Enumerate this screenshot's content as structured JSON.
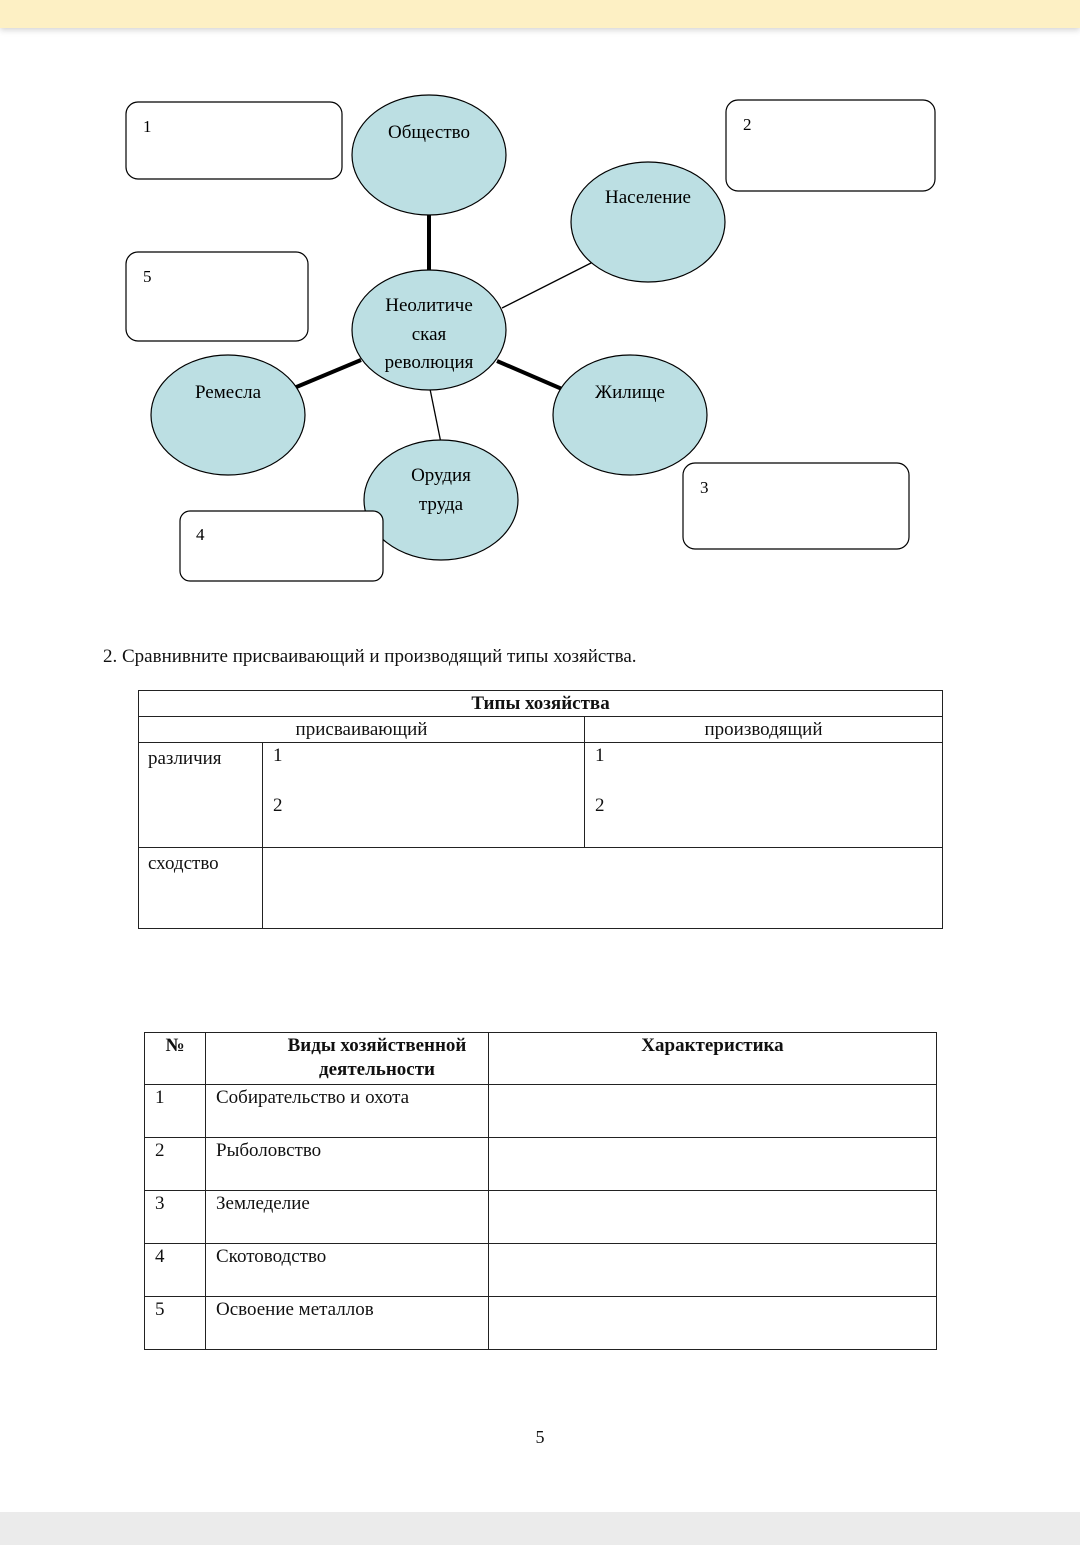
{
  "diagram": {
    "center": "Неолитическая революция",
    "center_lines": [
      "Неолитиче",
      "ская",
      "революция"
    ],
    "nodes": {
      "society": "Общество",
      "population": "Население",
      "dwelling": "Жилище",
      "tools_lines": [
        "Орудия",
        "труда"
      ],
      "crafts": "Ремесла"
    },
    "boxes": [
      "1",
      "2",
      "3",
      "4",
      "5"
    ]
  },
  "task2": {
    "instruction": "2.  Сравнивните присваивающий и производящий типы хозяйства."
  },
  "compare_table": {
    "title": "Типы хозяйства",
    "col_appropriating": "присваивающий",
    "col_producing": "производящий",
    "row_differences": "различия",
    "row_similarity": "сходство",
    "n1": "1",
    "n2": "2"
  },
  "activity_table": {
    "headers": [
      "№",
      "Виды хозяйственной деятельности",
      "Характеристика"
    ],
    "rows": [
      {
        "num": "1",
        "activity": "Собирательство и охота",
        "characteristic": ""
      },
      {
        "num": "2",
        "activity": "Рыболовство",
        "characteristic": ""
      },
      {
        "num": "3",
        "activity": "Земледелие",
        "characteristic": ""
      },
      {
        "num": "4",
        "activity": "Скотоводство",
        "characteristic": ""
      },
      {
        "num": "5",
        "activity": "Освоение металлов",
        "characteristic": ""
      }
    ]
  },
  "page_number": "5",
  "colors": {
    "node_fill": "#bcdfe3",
    "header_band": "#fdf0c4",
    "footer_band": "#ebebeb"
  }
}
